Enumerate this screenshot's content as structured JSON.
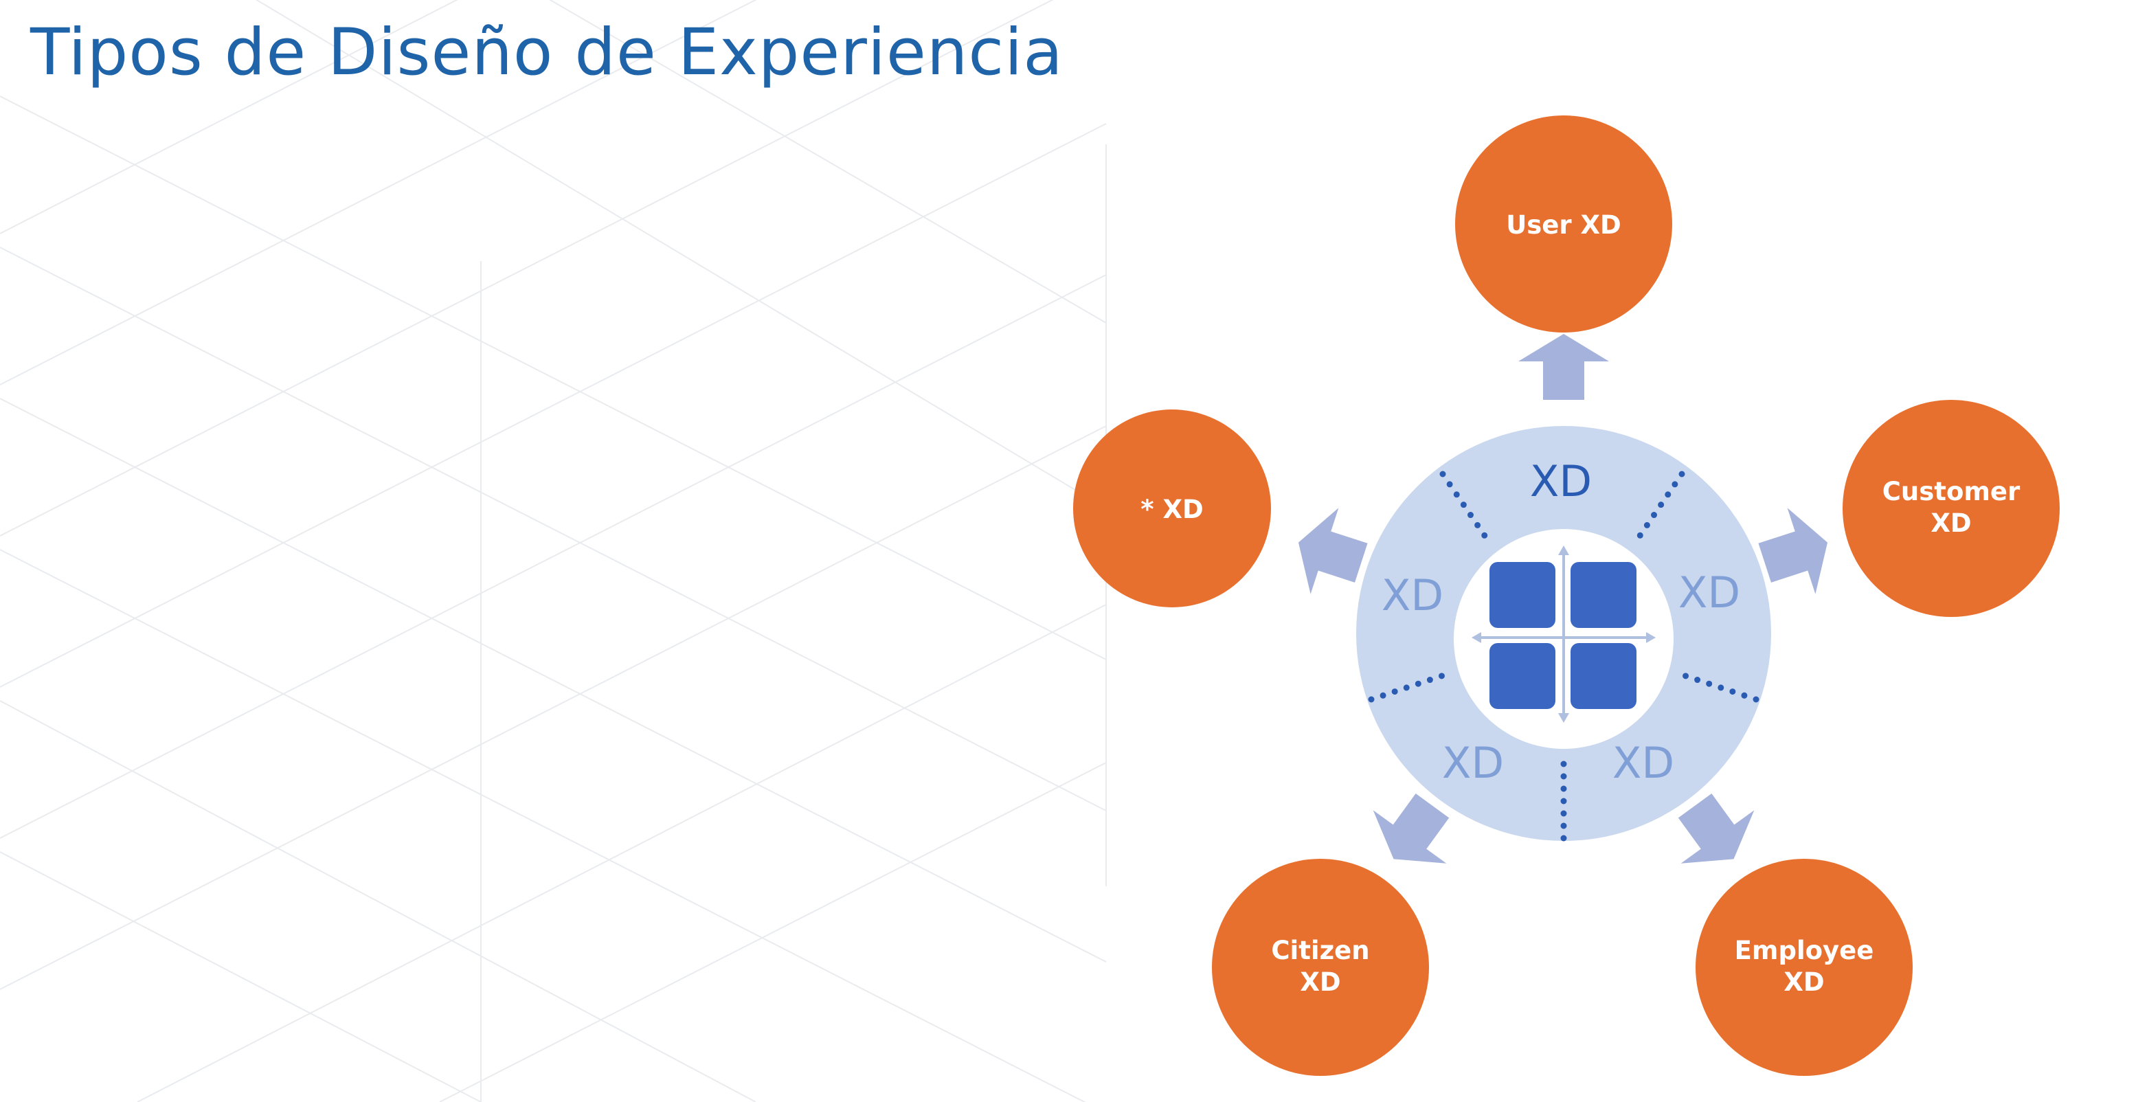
{
  "slide": {
    "title": "Tipos de Diseño de Experiencia"
  },
  "diagram": {
    "hub_label": "XD",
    "ring_labels": [
      "XD",
      "XD",
      "XD",
      "XD"
    ],
    "nodes": [
      {
        "id": "user",
        "lines": [
          "User XD"
        ]
      },
      {
        "id": "customer",
        "lines": [
          "Customer",
          "XD"
        ]
      },
      {
        "id": "employee",
        "lines": [
          "Employee",
          "XD"
        ]
      },
      {
        "id": "citizen",
        "lines": [
          "Citizen",
          "XD"
        ]
      },
      {
        "id": "wildcard",
        "lines": [
          "* XD"
        ]
      }
    ]
  },
  "colors": {
    "title": "#1f63a8",
    "node": "#e8702e",
    "ring": "#c9d8ee",
    "arrow": "#a5b3dc",
    "tile": "#3b67c2",
    "ring_label_light": "#7f9fd6",
    "ring_label_dark": "#2a5bb3"
  },
  "icons": [
    "four-square-grid-icon",
    "up-arrow-icon",
    "asterisk-icon"
  ]
}
